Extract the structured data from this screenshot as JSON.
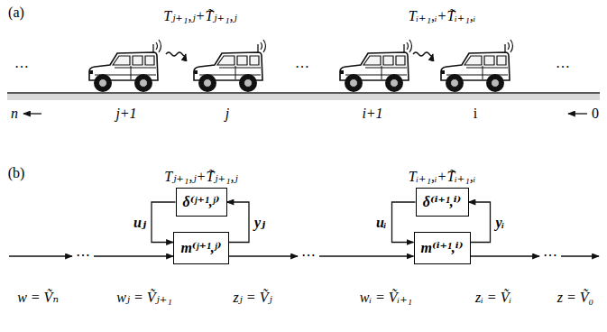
{
  "diagram": {
    "nodes": [
      {
        "text": [
          "δ⁽ʲ⁺¹,ʲ⁾"
        ]
      },
      {
        "text": [
          "m⁽ʲ⁺¹,ʲ⁾"
        ]
      },
      {
        "text": [
          "δ⁽ⁱ⁺¹,ⁱ⁾"
        ]
      },
      {
        "text": [
          "m⁽ⁱ⁺¹,ⁱ⁾"
        ]
      }
    ],
    "edges": [
      {
        "from": 0,
        "to": 1,
        "arrow": "to",
        "label": "uⱼ"
      },
      {
        "from": 1,
        "to": 0,
        "arrow": "to",
        "label": "yⱼ"
      },
      {
        "from": 2,
        "to": 3,
        "arrow": "to",
        "label": "uᵢ"
      },
      {
        "from": 3,
        "to": 2,
        "arrow": "to",
        "label": "yᵢ"
      }
    ],
    "labels": [
      "(a)",
      "…",
      "Tⱼ₊₁,ⱼ+T̃ⱼ₊₁,ⱼ",
      "…",
      "Tᵢ₊₁,ᵢ+T̃ᵢ₊₁,ᵢ",
      "…",
      "n",
      "j+1",
      "j",
      "i+1",
      "i",
      "0",
      "(b)",
      "Tⱼ₊₁,ⱼ+T̃ⱼ₊₁,ⱼ",
      "Tᵢ₊₁,ᵢ+T̃ᵢ₊₁,ᵢ",
      "⋯",
      "⋯",
      "⋯",
      "w = Ṽₙ",
      "wⱼ = Ṽⱼ₊₁",
      "zⱼ = Ṽⱼ",
      "wᵢ = Ṽᵢ₊₁",
      "zᵢ = Ṽᵢ",
      "z = Ṽ₀"
    ]
  }
}
